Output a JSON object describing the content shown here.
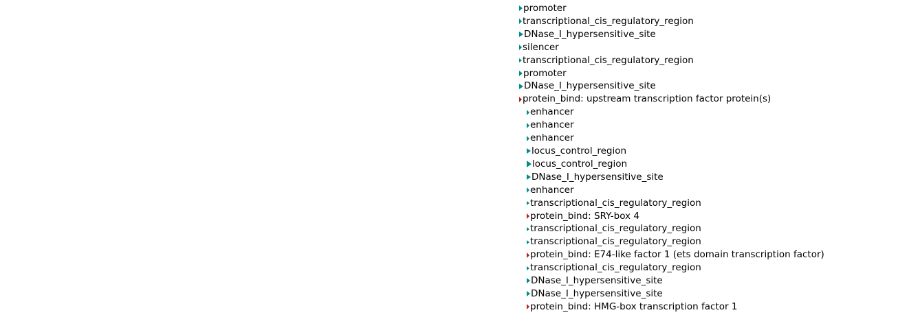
{
  "page": {
    "background": "#ffffff"
  },
  "colors": {
    "feature": "#008b8b",
    "protein_bind": "#b22222",
    "text": "#000000"
  },
  "feature_list": {
    "items": [
      {
        "label": "promoter",
        "level": 1,
        "icon": "triangle-right-icon",
        "color": "teal",
        "size": "m"
      },
      {
        "label": "transcriptional_cis_regulatory_region",
        "level": 1,
        "icon": "triangle-right-icon",
        "color": "teal",
        "size": "s"
      },
      {
        "label": "DNase_I_hypersensitive_site",
        "level": 1,
        "icon": "triangle-right-icon",
        "color": "teal",
        "size": "l"
      },
      {
        "label": "silencer",
        "level": 1,
        "icon": "triangle-right-icon",
        "color": "teal",
        "size": "s"
      },
      {
        "label": "transcriptional_cis_regulatory_region",
        "level": 1,
        "icon": "triangle-right-icon",
        "color": "teal",
        "size": "xs"
      },
      {
        "label": "promoter",
        "level": 1,
        "icon": "triangle-right-icon",
        "color": "teal",
        "size": "m"
      },
      {
        "label": "DNase_I_hypersensitive_site",
        "level": 1,
        "icon": "triangle-right-icon",
        "color": "teal",
        "size": "l"
      },
      {
        "label": "protein_bind: upstream transcription factor protein(s)",
        "level": 1,
        "icon": "triangle-right-icon",
        "color": "red",
        "size": "s"
      },
      {
        "label": "enhancer",
        "level": 2,
        "icon": "triangle-right-icon",
        "color": "teal",
        "size": "s"
      },
      {
        "label": "enhancer",
        "level": 2,
        "icon": "triangle-right-icon",
        "color": "teal",
        "size": "s"
      },
      {
        "label": "enhancer",
        "level": 2,
        "icon": "triangle-right-icon",
        "color": "teal",
        "size": "s"
      },
      {
        "label": "locus_control_region",
        "level": 2,
        "icon": "triangle-right-icon",
        "color": "teal",
        "size": "l"
      },
      {
        "label": "locus_control_region",
        "level": 2,
        "icon": "triangle-right-icon",
        "color": "teal",
        "size": "xl"
      },
      {
        "label": "DNase_I_hypersensitive_site",
        "level": 2,
        "icon": "triangle-right-icon",
        "color": "teal",
        "size": "l"
      },
      {
        "label": "enhancer",
        "level": 2,
        "icon": "triangle-right-icon",
        "color": "teal",
        "size": "s"
      },
      {
        "label": "transcriptional_cis_regulatory_region",
        "level": 2,
        "icon": "triangle-right-icon",
        "color": "teal",
        "size": "xs"
      },
      {
        "label": "protein_bind: SRY-box 4",
        "level": 2,
        "icon": "triangle-right-icon",
        "color": "red",
        "size": "s"
      },
      {
        "label": "transcriptional_cis_regulatory_region",
        "level": 2,
        "icon": "triangle-right-icon",
        "color": "teal",
        "size": "xs"
      },
      {
        "label": "transcriptional_cis_regulatory_region",
        "level": 2,
        "icon": "triangle-right-icon",
        "color": "teal",
        "size": "xs"
      },
      {
        "label": "protein_bind: E74-like factor 1 (ets domain transcription factor)",
        "level": 2,
        "icon": "triangle-right-icon",
        "color": "red",
        "size": "s"
      },
      {
        "label": "transcriptional_cis_regulatory_region",
        "level": 2,
        "icon": "triangle-right-icon",
        "color": "teal",
        "size": "xs"
      },
      {
        "label": "DNase_I_hypersensitive_site",
        "level": 2,
        "icon": "triangle-right-icon",
        "color": "teal",
        "size": "m"
      },
      {
        "label": "DNase_I_hypersensitive_site",
        "level": 2,
        "icon": "triangle-right-icon",
        "color": "teal",
        "size": "m"
      },
      {
        "label": "protein_bind: HMG-box transcription factor 1",
        "level": 2,
        "icon": "triangle-right-icon",
        "color": "red",
        "size": "s"
      }
    ]
  }
}
